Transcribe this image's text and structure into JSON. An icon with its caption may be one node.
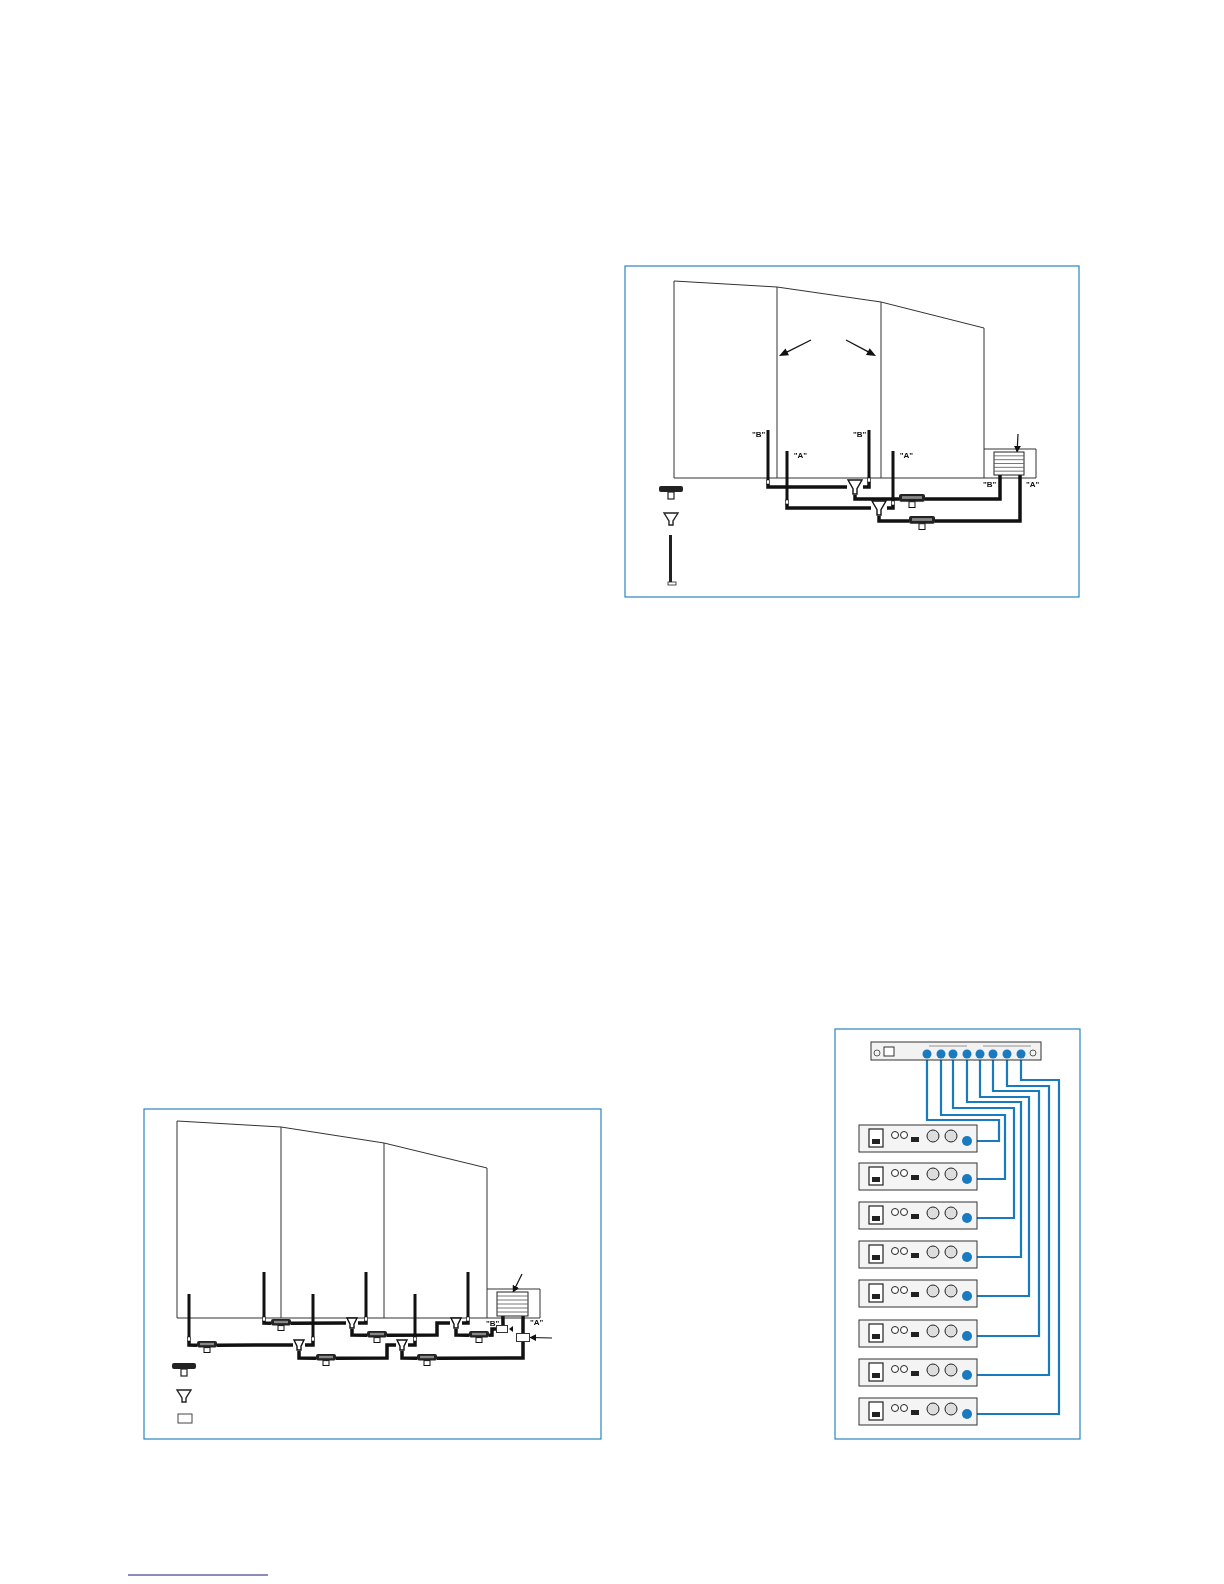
{
  "diagram": {
    "nodes": [
      {
        "text": [
          "\"B\""
        ]
      },
      {
        "text": [
          "\"A\""
        ]
      },
      {
        "text": [
          "\"B\""
        ]
      },
      {
        "text": [
          "\"A\""
        ]
      },
      {
        "text": [],
        "shape": "triangle"
      },
      {
        "text": [],
        "shape": "triangle"
      },
      {
        "text": [],
        "shape": "bar"
      },
      {
        "text": [],
        "shape": "bar"
      },
      {
        "text": [],
        "shape": "box"
      },
      {
        "text": [],
        "shape": "antenna"
      },
      {
        "text": [],
        "shape": "antenna"
      },
      {
        "text": [],
        "shape": "antenna"
      },
      {
        "text": [],
        "shape": "antenna"
      },
      {
        "text": [],
        "shape": "antenna"
      },
      {
        "text": [],
        "shape": "antenna"
      },
      {
        "text": [],
        "shape": "bar"
      },
      {
        "text": [],
        "shape": "bar"
      },
      {
        "text": [],
        "shape": "triangle"
      },
      {
        "text": [],
        "shape": "triangle"
      },
      {
        "text": [],
        "shape": "bar"
      },
      {
        "text": [],
        "shape": "triangle"
      },
      {
        "text": [],
        "shape": "triangle"
      },
      {
        "text": [],
        "shape": "bar"
      },
      {
        "text": [],
        "shape": "bar"
      },
      {
        "text": [],
        "shape": "bar"
      },
      {
        "text": [],
        "shape": "box"
      },
      {
        "text": [],
        "shape": "box"
      },
      {
        "text": [],
        "shape": "box"
      },
      {
        "text": [],
        "shape": "box"
      },
      {
        "text": [],
        "shape": "box"
      },
      {
        "text": [],
        "shape": "box"
      },
      {
        "text": [],
        "shape": "box"
      },
      {
        "text": [],
        "shape": "box"
      },
      {
        "text": [],
        "shape": "box"
      },
      {
        "text": [],
        "shape": "box"
      },
      {
        "text": [],
        "shape": "box"
      },
      {
        "text": [],
        "shape": "box"
      }
    ],
    "edges": [
      {
        "from": 0,
        "to": 4,
        "arrow": "none"
      },
      {
        "from": 2,
        "to": 4,
        "arrow": "none"
      },
      {
        "from": 4,
        "to": 6,
        "arrow": "none"
      },
      {
        "from": 6,
        "to": 8,
        "arrow": "none"
      },
      {
        "from": 1,
        "to": 5,
        "arrow": "none"
      },
      {
        "from": 3,
        "to": 5,
        "arrow": "none"
      },
      {
        "from": 5,
        "to": 7,
        "arrow": "none"
      },
      {
        "from": 7,
        "to": 8,
        "arrow": "none"
      },
      {
        "from": null,
        "to": 8,
        "arrow": "to"
      },
      {
        "from": 9,
        "to": 15,
        "arrow": "none"
      },
      {
        "from": 15,
        "to": 17,
        "arrow": "none"
      },
      {
        "from": 11,
        "to": 17,
        "arrow": "none"
      },
      {
        "from": 10,
        "to": 16,
        "arrow": "none"
      },
      {
        "from": 16,
        "to": 18,
        "arrow": "none"
      },
      {
        "from": 12,
        "to": 18,
        "arrow": "none"
      },
      {
        "from": 18,
        "to": 19,
        "arrow": "none"
      },
      {
        "from": 19,
        "to": 21,
        "arrow": "none"
      },
      {
        "from": 14,
        "to": 21,
        "arrow": "none"
      },
      {
        "from": 21,
        "to": 24,
        "arrow": "none"
      },
      {
        "from": 24,
        "to": 25,
        "arrow": "none"
      },
      {
        "from": 25,
        "to": 27,
        "arrow": "none"
      },
      {
        "from": 17,
        "to": 22,
        "arrow": "none"
      },
      {
        "from": 22,
        "to": 20,
        "arrow": "none"
      },
      {
        "from": 13,
        "to": 20,
        "arrow": "none"
      },
      {
        "from": 20,
        "to": 23,
        "arrow": "none"
      },
      {
        "from": 23,
        "to": 26,
        "arrow": "none"
      },
      {
        "from": 26,
        "to": 27,
        "arrow": "none"
      },
      {
        "from": null,
        "to": 27,
        "arrow": "to"
      },
      {
        "from": null,
        "to": 26,
        "arrow": "to"
      },
      {
        "from": 28,
        "to": 29,
        "arrow": "none",
        "color": "#1a7abf"
      },
      {
        "from": 28,
        "to": 30,
        "arrow": "none",
        "color": "#1a7abf"
      },
      {
        "from": 28,
        "to": 31,
        "arrow": "none",
        "color": "#1a7abf"
      },
      {
        "from": 28,
        "to": 32,
        "arrow": "none",
        "color": "#1a7abf"
      },
      {
        "from": 28,
        "to": 33,
        "arrow": "none",
        "color": "#1a7abf"
      },
      {
        "from": 28,
        "to": 34,
        "arrow": "none",
        "color": "#1a7abf"
      },
      {
        "from": 28,
        "to": 35,
        "arrow": "none",
        "color": "#1a7abf"
      },
      {
        "from": 28,
        "to": 36,
        "arrow": "none",
        "color": "#1a7abf"
      }
    ],
    "labels": [
      "\"B\"",
      "\"A\"",
      "\"B\"",
      "\"A\""
    ]
  }
}
